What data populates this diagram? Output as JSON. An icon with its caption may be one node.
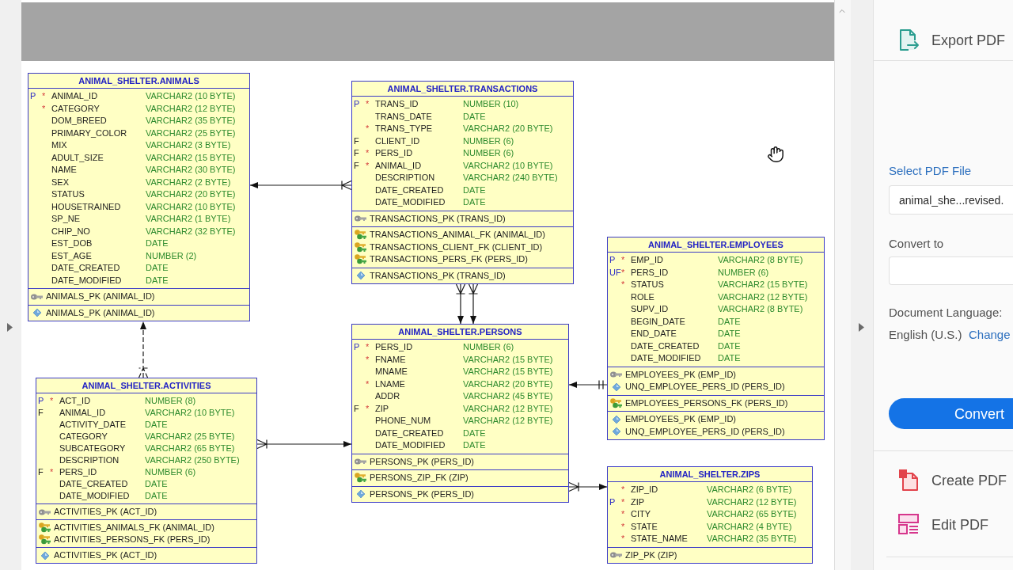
{
  "diagram": {
    "nodes": [
      {
        "text": [
          "ANIMAL_SHELTER.ANIMALS",
          "P",
          "*",
          "ANIMAL_ID",
          "VARCHAR2 (10 BYTE)",
          "*",
          "CATEGORY",
          "VARCHAR2 (12 BYTE)",
          "DOM_BREED",
          "VARCHAR2 (35 BYTE)",
          "PRIMARY_COLOR",
          "VARCHAR2 (25 BYTE)",
          "MIX",
          "VARCHAR2 (3 BYTE)",
          "ADULT_SIZE",
          "VARCHAR2 (15 BYTE)",
          "NAME",
          "VARCHAR2 (30 BYTE)",
          "SEX",
          "VARCHAR2 (2 BYTE)",
          "STATUS",
          "VARCHAR2 (20 BYTE)",
          "HOUSETRAINED",
          "VARCHAR2 (10 BYTE)",
          "SP_NE",
          "VARCHAR2 (1 BYTE)",
          "CHIP_NO",
          "VARCHAR2 (32 BYTE)",
          "EST_DOB",
          "DATE",
          "EST_AGE",
          "NUMBER (2)",
          "DATE_CREATED",
          "DATE",
          "DATE_MODIFIED",
          "DATE",
          "ANIMALS_PK (ANIMAL_ID)",
          "ANIMALS_PK (ANIMAL_ID)"
        ]
      },
      {
        "text": [
          "ANIMAL_SHELTER.TRANSACTIONS",
          "P",
          "*",
          "TRANS_ID",
          "NUMBER (10)",
          "TRANS_DATE",
          "DATE",
          "*",
          "TRANS_TYPE",
          "VARCHAR2 (20 BYTE)",
          "F",
          "CLIENT_ID",
          "NUMBER (6)",
          "F",
          "*",
          "PERS_ID",
          "NUMBER (6)",
          "F",
          "*",
          "ANIMAL_ID",
          "VARCHAR2 (10 BYTE)",
          "DESCRIPTION",
          "VARCHAR2 (240 BYTE)",
          "DATE_CREATED",
          "DATE",
          "DATE_MODIFIED",
          "DATE",
          "TRANSACTIONS_PK (TRANS_ID)",
          "TRANSACTIONS_ANIMAL_FK (ANIMAL_ID)",
          "TRANSACTIONS_CLIENT_FK (CLIENT_ID)",
          "TRANSACTIONS_PERS_FK (PERS_ID)",
          "TRANSACTIONS_PK (TRANS_ID)"
        ]
      },
      {
        "text": [
          "ANIMAL_SHELTER.EMPLOYEES",
          "P",
          "*",
          "EMP_ID",
          "VARCHAR2 (8 BYTE)",
          "UF",
          "*",
          "PERS_ID",
          "NUMBER (6)",
          "*",
          "STATUS",
          "VARCHAR2 (15 BYTE)",
          "ROLE",
          "VARCHAR2 (12 BYTE)",
          "SUPV_ID",
          "VARCHAR2 (8 BYTE)",
          "BEGIN_DATE",
          "DATE",
          "END_DATE",
          "DATE",
          "DATE_CREATED",
          "DATE",
          "DATE_MODIFIED",
          "DATE",
          "EMPLOYEES_PK (EMP_ID)",
          "UNQ_EMPLOYEE_PERS_ID (PERS_ID)",
          "EMPLOYEES_PERSONS_FK (PERS_ID)",
          "EMPLOYEES_PK (EMP_ID)",
          "UNQ_EMPLOYEE_PERS_ID (PERS_ID)"
        ]
      },
      {
        "text": [
          "ANIMAL_SHELTER.PERSONS",
          "P",
          "*",
          "PERS_ID",
          "NUMBER (6)",
          "*",
          "FNAME",
          "VARCHAR2 (15 BYTE)",
          "MNAME",
          "VARCHAR2 (15 BYTE)",
          "*",
          "LNAME",
          "VARCHAR2 (20 BYTE)",
          "ADDR",
          "VARCHAR2 (45 BYTE)",
          "F",
          "*",
          "ZIP",
          "VARCHAR2 (12 BYTE)",
          "PHONE_NUM",
          "VARCHAR2 (12 BYTE)",
          "DATE_CREATED",
          "DATE",
          "DATE_MODIFIED",
          "DATE",
          "PERSONS_PK (PERS_ID)",
          "PERSONS_ZIP_FK (ZIP)",
          "PERSONS_PK (PERS_ID)"
        ]
      },
      {
        "text": [
          "ANIMAL_SHELTER.ACTIVITIES",
          "P",
          "*",
          "ACT_ID",
          "NUMBER (8)",
          "F",
          "ANIMAL_ID",
          "VARCHAR2 (10 BYTE)",
          "ACTIVITY_DATE",
          "DATE",
          "CATEGORY",
          "VARCHAR2 (25 BYTE)",
          "SUBCATEGORY",
          "VARCHAR2 (65 BYTE)",
          "DESCRIPTION",
          "VARCHAR2 (250 BYTE)",
          "F",
          "*",
          "PERS_ID",
          "NUMBER (6)",
          "DATE_CREATED",
          "DATE",
          "DATE_MODIFIED",
          "DATE",
          "ACTIVITIES_PK (ACT_ID)",
          "ACTIVITIES_ANIMALS_FK (ANIMAL_ID)",
          "ACTIVITIES_PERSONS_FK (PERS_ID)",
          "ACTIVITIES_PK (ACT_ID)"
        ]
      },
      {
        "text": [
          "ANIMAL_SHELTER.ZIPS",
          "*",
          "ZIP_ID",
          "VARCHAR2 (6 BYTE)",
          "P",
          "*",
          "ZIP",
          "VARCHAR2 (12 BYTE)",
          "*",
          "CITY",
          "VARCHAR2 (65 BYTE)",
          "*",
          "STATE",
          "VARCHAR2 (4 BYTE)",
          "*",
          "STATE_NAME",
          "VARCHAR2 (35 BYTE)",
          "ZIP_PK (ZIP)"
        ]
      }
    ],
    "edges": [
      {
        "from": 1,
        "to": 0,
        "arrow": "to"
      },
      {
        "from": 4,
        "to": 0,
        "arrow": "to",
        "style": "dashed"
      },
      {
        "from": 1,
        "to": 3,
        "arrow": "to"
      },
      {
        "from": 1,
        "to": 3,
        "arrow": "to"
      },
      {
        "from": 4,
        "to": 3,
        "arrow": "to"
      },
      {
        "from": 2,
        "to": 3,
        "arrow": "to"
      },
      {
        "from": 3,
        "to": 5,
        "arrow": "to"
      }
    ],
    "labels": [
      "Export PDF",
      "Select PDF File",
      "animal_she...revised.",
      "Convert to",
      "Document Language:",
      "English (U.S.)",
      "Change",
      "Convert",
      "Create PDF",
      "Edit PDF"
    ]
  }
}
